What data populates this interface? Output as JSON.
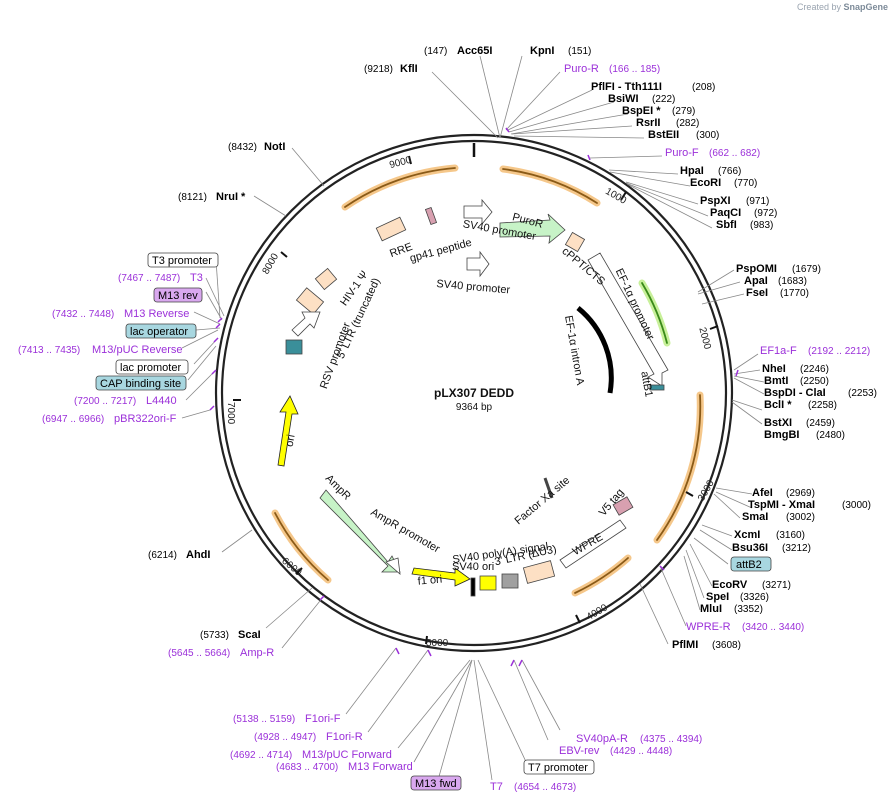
{
  "brand": {
    "prefix": "Created by",
    "name": "SnapGene"
  },
  "plasmid": {
    "name": "pLX307 DEDD",
    "length": "9364 bp"
  },
  "ticks": [
    "1000",
    "2000",
    "3000",
    "4000",
    "5000",
    "6000",
    "7000",
    "8000",
    "9000"
  ],
  "features": [
    "PuroR",
    "SV40 promoter",
    "SV40 promoter",
    "cPPT/CTS",
    "EF-1α promoter",
    "EF-1α intron A",
    "attB1",
    "RRE",
    "gp41 peptide",
    "HIV-1 Ψ",
    "5' LTR (truncated)",
    "RSV promoter",
    "ori",
    "AmpR",
    "AmpR promoter",
    "f1 ori",
    "SV40 ori",
    "SV40 poly(A) signal",
    "3' LTR (ΔU3)",
    "WPRE",
    "Factor Xa site",
    "V5 tag"
  ],
  "sites": [
    {
      "name": "Acc65I",
      "pos": "(147)"
    },
    {
      "name": "KpnI",
      "pos": "(151)"
    },
    {
      "name": "KflI",
      "pos": "(9218)"
    },
    {
      "name": "Puro-R",
      "pos": "(166 .. 185)"
    },
    {
      "name": "PflFI - Tth111I",
      "pos": "(208)"
    },
    {
      "name": "BsiWI",
      "pos": "(222)"
    },
    {
      "name": "BspEI *",
      "pos": "(279)"
    },
    {
      "name": "RsrII",
      "pos": "(282)"
    },
    {
      "name": "BstEII",
      "pos": "(300)"
    },
    {
      "name": "Puro-F",
      "pos": "(662 .. 682)"
    },
    {
      "name": "HpaI",
      "pos": "(766)"
    },
    {
      "name": "EcoRI",
      "pos": "(770)"
    },
    {
      "name": "PspXI",
      "pos": "(971)"
    },
    {
      "name": "PaqCI",
      "pos": "(972)"
    },
    {
      "name": "SbfI",
      "pos": "(983)"
    },
    {
      "name": "PspOMI",
      "pos": "(1679)"
    },
    {
      "name": "ApaI",
      "pos": "(1683)"
    },
    {
      "name": "FseI",
      "pos": "(1770)"
    },
    {
      "name": "EF1a-F",
      "pos": "(2192 .. 2212)"
    },
    {
      "name": "NheI",
      "pos": "(2246)"
    },
    {
      "name": "BmtI",
      "pos": "(2250)"
    },
    {
      "name": "BspDI - ClaI",
      "pos": "(2253)"
    },
    {
      "name": "BclI *",
      "pos": "(2258)"
    },
    {
      "name": "BstXI",
      "pos": "(2459)"
    },
    {
      "name": "BmgBI",
      "pos": "(2480)"
    },
    {
      "name": "AfeI",
      "pos": "(2969)"
    },
    {
      "name": "TspMI - XmaI",
      "pos": "(3000)"
    },
    {
      "name": "SmaI",
      "pos": "(3002)"
    },
    {
      "name": "XcmI",
      "pos": "(3160)"
    },
    {
      "name": "Bsu36I",
      "pos": "(3212)"
    },
    {
      "name": "attB2",
      "pos": ""
    },
    {
      "name": "EcoRV",
      "pos": "(3271)"
    },
    {
      "name": "SpeI",
      "pos": "(3326)"
    },
    {
      "name": "MluI",
      "pos": "(3352)"
    },
    {
      "name": "WPRE-R",
      "pos": "(3420 .. 3440)"
    },
    {
      "name": "PflMI",
      "pos": "(3608)"
    },
    {
      "name": "SV40pA-R",
      "pos": "(4375 .. 4394)"
    },
    {
      "name": "EBV-rev",
      "pos": "(4429 .. 4448)"
    },
    {
      "name": "T7 promoter",
      "pos": ""
    },
    {
      "name": "T7",
      "pos": "(4654 .. 4673)"
    },
    {
      "name": "M13 fwd",
      "pos": ""
    },
    {
      "name": "M13 Forward",
      "pos": "(4683 .. 4700)"
    },
    {
      "name": "M13/pUC Forward",
      "pos": "(4692 .. 4714)"
    },
    {
      "name": "F1ori-R",
      "pos": "(4928 .. 4947)"
    },
    {
      "name": "F1ori-F",
      "pos": "(5138 .. 5159)"
    },
    {
      "name": "Amp-R",
      "pos": "(5645 .. 5664)"
    },
    {
      "name": "ScaI",
      "pos": "(5733)"
    },
    {
      "name": "AhdI",
      "pos": "(6214)"
    },
    {
      "name": "pBR322ori-F",
      "pos": "(6947 .. 6966)"
    },
    {
      "name": "L4440",
      "pos": "(7200 .. 7217)"
    },
    {
      "name": "CAP binding site",
      "pos": ""
    },
    {
      "name": "lac promoter",
      "pos": ""
    },
    {
      "name": "M13/pUC Reverse",
      "pos": "(7413 .. 7435)"
    },
    {
      "name": "lac operator",
      "pos": ""
    },
    {
      "name": "M13 Reverse",
      "pos": "(7432 .. 7448)"
    },
    {
      "name": "M13 rev",
      "pos": ""
    },
    {
      "name": "T3",
      "pos": "(7467 .. 7487)"
    },
    {
      "name": "T3 promoter",
      "pos": ""
    },
    {
      "name": "NruI *",
      "pos": "(8121)"
    },
    {
      "name": "NotI",
      "pos": "(8432)"
    }
  ],
  "colors": {
    "primer": "#9b30d9",
    "enzyme": "#000000",
    "orf": "#c7f3c7",
    "promoter": "#ffffff",
    "misc": "#fde0c4",
    "ori": "#ffff00",
    "backbone": "#222222",
    "highlight": "#f5a623"
  }
}
